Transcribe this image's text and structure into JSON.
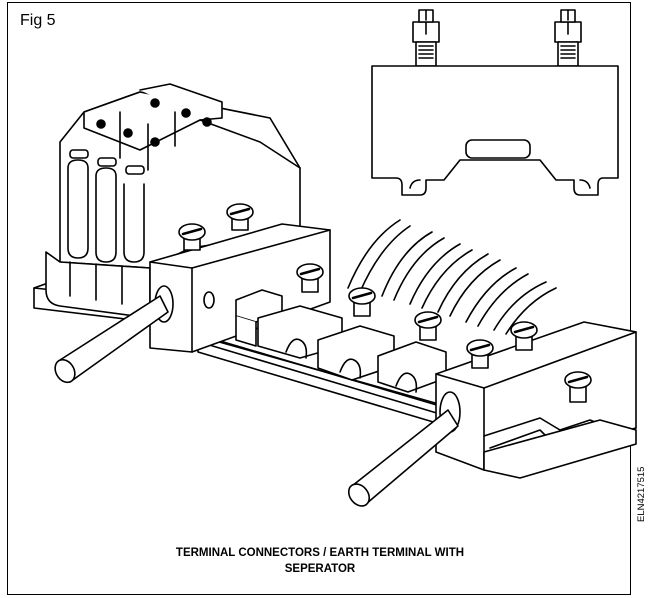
{
  "figure": {
    "label": "Fig 5",
    "caption_line1": "TERMINAL CONNECTORS / EARTH TERMINAL WITH",
    "caption_line2": "SEPERATOR",
    "code": "ELN4217515"
  },
  "colors": {
    "stroke": "#000000",
    "fill": "#ffffff",
    "shade": "#e6e6e6"
  },
  "icons": [
    "terminal-block-illustration",
    "separator-plate-illustration",
    "screw-icon",
    "cable-illustration",
    "din-rail-illustration"
  ]
}
